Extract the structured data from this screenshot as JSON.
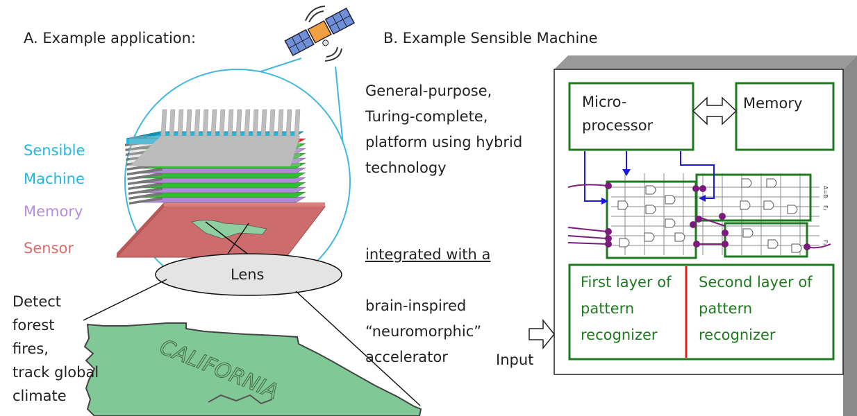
{
  "panel_a": {
    "heading": "A. Example application:",
    "labels": {
      "sensible_machine_1": "Sensible",
      "sensible_machine_2": "Machine",
      "memory": "Memory",
      "sensor": "Sensor",
      "lens": "Lens",
      "map_text": "CALIFORNIA"
    },
    "detect_lines": [
      "Detect",
      "forest",
      "fires,",
      "track global",
      "climate"
    ],
    "colors": {
      "sensible_machine": "#1fb8e0",
      "memory": "#b58ee0",
      "sensor": "#e06a6a",
      "circle": "#3fb8e0",
      "map_fill": "#80c896"
    }
  },
  "panel_b": {
    "heading": "B. Example Sensible Machine",
    "desc1_lines": [
      "General-purpose,",
      "Turing-complete,",
      "platform using hybrid",
      "technology"
    ],
    "integrated": "integrated with a",
    "desc2_lines": [
      "brain-inspired",
      "“neuromorphic”",
      "accelerator"
    ],
    "input_label": "Input",
    "box": {
      "microprocessor_lines": [
        "Micro-",
        "processor"
      ],
      "memory": "Memory",
      "first_layer_lines": [
        "First layer of",
        "pattern",
        "recognizer"
      ],
      "second_layer_lines": [
        "Second layer of",
        "pattern",
        "recognizer"
      ],
      "gate_labels": [
        "A=B",
        "F₁",
        "F₂"
      ]
    },
    "colors": {
      "box_border": "#1e7a1e",
      "layer_text": "#1e7a1e",
      "divider": "#e02020",
      "bus": "#1a1ad8",
      "io_wires": "#7a1a7a"
    }
  },
  "icons": {
    "satellite": "satellite-icon",
    "input_arrow": "arrow-right-icon",
    "bus_arrow": "double-arrow-icon"
  }
}
